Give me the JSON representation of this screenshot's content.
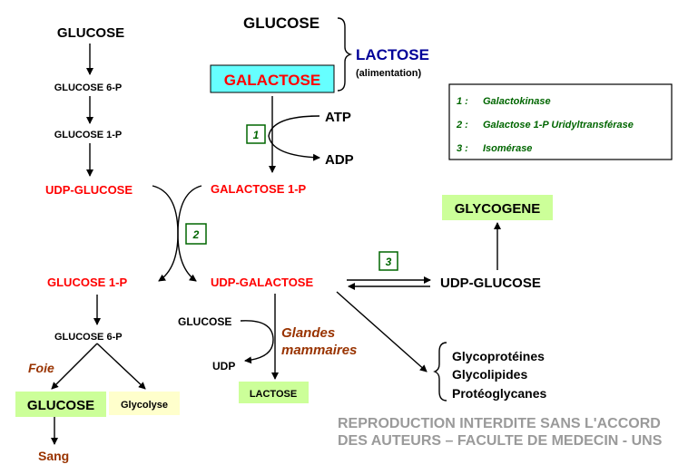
{
  "left": {
    "glucose": "GLUCOSE",
    "glucose6p": "GLUCOSE 6-P",
    "glucose1p": "GLUCOSE 1-P",
    "udp_glucose": "UDP-GLUCOSE",
    "glucose1p_b": "GLUCOSE 1-P",
    "glucose6p_b": "GLUCOSE 6-P",
    "foie": "Foie",
    "glucose_out": "GLUCOSE",
    "glycolyse": "Glycolyse",
    "sang": "Sang"
  },
  "center": {
    "glucose": "GLUCOSE",
    "galactose": "GALACTOSE",
    "lactose": "LACTOSE",
    "alimentation": "(alimentation)",
    "atp": "ATP",
    "adp": "ADP",
    "galactose1p": "GALACTOSE 1-P",
    "udp_galactose": "UDP-GALACTOSE",
    "glucose_small": "GLUCOSE",
    "udp": "UDP",
    "glandes": "Glandes",
    "mammaires": "mammaires",
    "lactose_out": "LACTOSE"
  },
  "right": {
    "udp_glucose": "UDP-GLUCOSE",
    "glycogene": "GLYCOGENE",
    "products": [
      "Glycoprotéines",
      "Glycolipides",
      "Protéoglycanes"
    ]
  },
  "enzymes": {
    "badges": [
      "1",
      "2",
      "3"
    ],
    "legend": [
      {
        "num": "1 :",
        "name": "Galactokinase"
      },
      {
        "num": "2 :",
        "name": "Galactose 1-P Uridyltransférase"
      },
      {
        "num": "3 :",
        "name": "Isomérase"
      }
    ]
  },
  "watermark": "REPRODUCTION INTERDITE SANS L'ACCORD DES AUTEURS – FACULTE DE MEDECIN - UNS",
  "colors": {
    "metabolite_red": "#ff0000",
    "lactose_blue": "#000099",
    "enzyme_green": "#006600",
    "tissue_brown": "#993300",
    "box_green": "#ccff99",
    "box_cyan": "#66ffff",
    "box_yellow": "#ffffcc"
  }
}
